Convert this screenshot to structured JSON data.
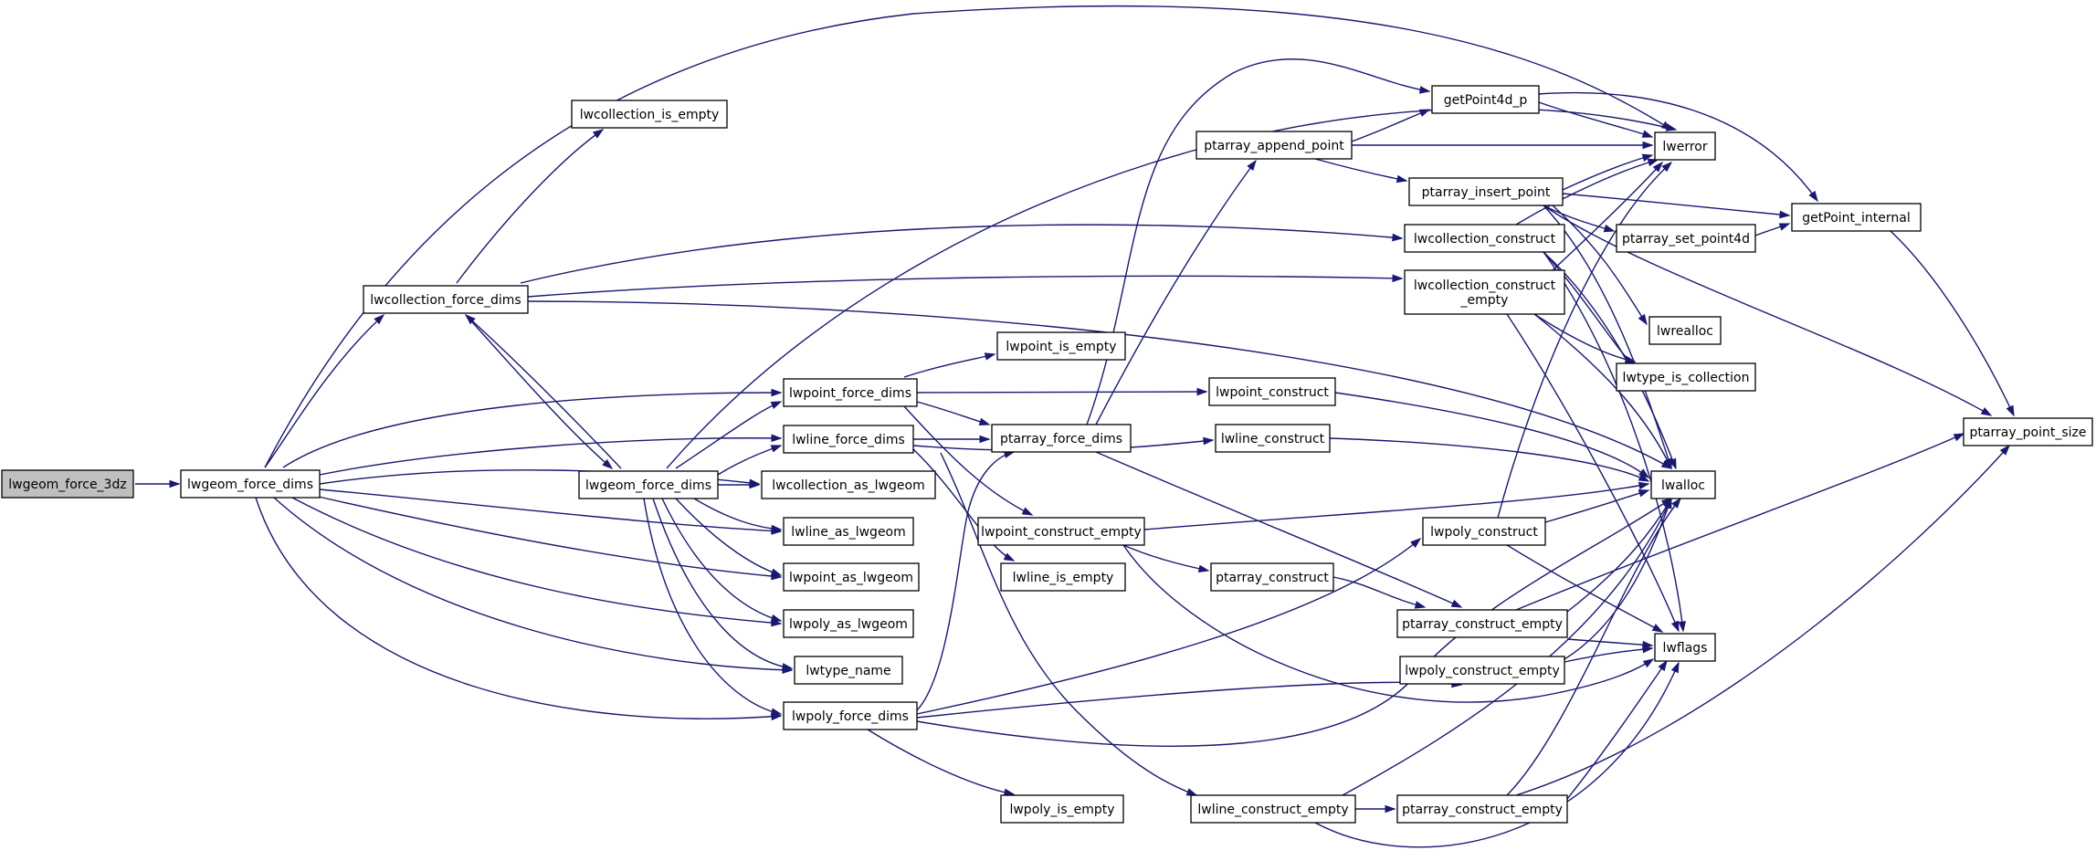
{
  "graph": {
    "edge_color": "#191970",
    "root_fill": "#bfbfbf",
    "nodes": [
      {
        "id": "lwgeom_force_3dz",
        "label": [
          "lwgeom_force_3dz"
        ],
        "root": true
      },
      {
        "id": "lwgeom_force_dims_a",
        "label": [
          "lwgeom_force_dims"
        ]
      },
      {
        "id": "lwcollection_is_empty",
        "label": [
          "lwcollection_is_empty"
        ]
      },
      {
        "id": "lwcollection_force_dims",
        "label": [
          "lwcollection_force_dims"
        ]
      },
      {
        "id": "lwgeom_force_dims_b",
        "label": [
          "lwgeom_force_dims"
        ]
      },
      {
        "id": "lwpoint_force_dims",
        "label": [
          "lwpoint_force_dims"
        ]
      },
      {
        "id": "lwline_force_dims",
        "label": [
          "lwline_force_dims"
        ]
      },
      {
        "id": "lwcollection_as_lwgeom",
        "label": [
          "lwcollection_as_lwgeom"
        ]
      },
      {
        "id": "lwline_as_lwgeom",
        "label": [
          "lwline_as_lwgeom"
        ]
      },
      {
        "id": "lwpoint_as_lwgeom",
        "label": [
          "lwpoint_as_lwgeom"
        ]
      },
      {
        "id": "lwpoly_as_lwgeom",
        "label": [
          "lwpoly_as_lwgeom"
        ]
      },
      {
        "id": "lwtype_name",
        "label": [
          "lwtype_name"
        ]
      },
      {
        "id": "lwpoly_force_dims",
        "label": [
          "lwpoly_force_dims"
        ]
      },
      {
        "id": "lwpoint_is_empty",
        "label": [
          "lwpoint_is_empty"
        ]
      },
      {
        "id": "ptarray_force_dims",
        "label": [
          "ptarray_force_dims"
        ]
      },
      {
        "id": "lwpoint_construct_empty",
        "label": [
          "lwpoint_construct_empty"
        ]
      },
      {
        "id": "lwline_is_empty",
        "label": [
          "lwline_is_empty"
        ]
      },
      {
        "id": "lwpoly_is_empty",
        "label": [
          "lwpoly_is_empty"
        ]
      },
      {
        "id": "ptarray_append_point",
        "label": [
          "ptarray_append_point"
        ]
      },
      {
        "id": "lwpoint_construct",
        "label": [
          "lwpoint_construct"
        ]
      },
      {
        "id": "lwline_construct",
        "label": [
          "lwline_construct"
        ]
      },
      {
        "id": "ptarray_construct",
        "label": [
          "ptarray_construct"
        ]
      },
      {
        "id": "lwline_construct_empty",
        "label": [
          "lwline_construct_empty"
        ]
      },
      {
        "id": "getPoint4d_p",
        "label": [
          "getPoint4d_p"
        ]
      },
      {
        "id": "ptarray_insert_point",
        "label": [
          "ptarray_insert_point"
        ]
      },
      {
        "id": "lwcollection_construct",
        "label": [
          "lwcollection_construct"
        ]
      },
      {
        "id": "lwcollection_construct_empty",
        "label": [
          "lwcollection_construct",
          "_empty"
        ]
      },
      {
        "id": "lwpoly_construct",
        "label": [
          "lwpoly_construct"
        ]
      },
      {
        "id": "ptarray_construct_empty_a",
        "label": [
          "ptarray_construct_empty"
        ]
      },
      {
        "id": "lwpoly_construct_empty",
        "label": [
          "lwpoly_construct_empty"
        ]
      },
      {
        "id": "ptarray_construct_empty_b",
        "label": [
          "ptarray_construct_empty"
        ]
      },
      {
        "id": "ptarray_set_point4d",
        "label": [
          "ptarray_set_point4d"
        ]
      },
      {
        "id": "lwerror",
        "label": [
          "lwerror"
        ]
      },
      {
        "id": "lwrealloc",
        "label": [
          "lwrealloc"
        ]
      },
      {
        "id": "lwtype_is_collection",
        "label": [
          "lwtype_is_collection"
        ]
      },
      {
        "id": "lwalloc",
        "label": [
          "lwalloc"
        ]
      },
      {
        "id": "lwflags",
        "label": [
          "lwflags"
        ]
      },
      {
        "id": "getPoint_internal",
        "label": [
          "getPoint_internal"
        ]
      },
      {
        "id": "ptarray_point_size",
        "label": [
          "ptarray_point_size"
        ]
      }
    ]
  }
}
